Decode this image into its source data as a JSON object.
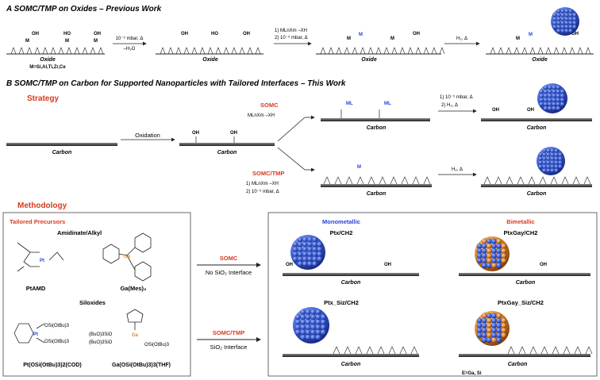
{
  "section_a": {
    "title": "A SOMC/TMP on Oxides – Previous Work",
    "oxide_label": "Oxide",
    "metal_note": "M=Si,Al,Ti,Zr,Ce",
    "step1": "10⁻⁵ mbar, Δ",
    "step1b": "–H₂O",
    "step2a": "1) MLnXm –XH",
    "step2b": "2) 10⁻⁵ mbar, Δ",
    "step3": "H₂, Δ"
  },
  "section_b": {
    "title": "B SOMC/TMP on Carbon for Supported Nanoparticles with Tailored Interfaces – This Work",
    "strategy": "Strategy",
    "methodology": "Methodology",
    "carbon_label": "Carbon",
    "oxidation": "Oxidation",
    "somc": "SOMC",
    "somc_reagent": "MLnXm –XH",
    "somc_tmp": "SOMC/TMP",
    "tmp_step1": "1) MLnXm –XH",
    "tmp_step2": "2) 10⁻⁵ mbar, Δ",
    "somc_after1": "1) 10⁻⁵ mbar, Δ",
    "somc_after2": "2) H₂, Δ",
    "tmp_after": "H₂, Δ"
  },
  "precursors": {
    "title": "Tailored Precursors",
    "amidinate": "Amidinate/Alkyl",
    "ptamd": "PtAMD",
    "games": "Ga(Mes)₃",
    "siloxides": "Siloxides",
    "pt_cod": "Pt(OSi(OtBu)3)2(COD)",
    "ga_thf": "Ga(OSi(OtBu)3)3(THF)"
  },
  "routes": {
    "somc": "SOMC",
    "somc_note": "No SiO₂ Interface",
    "tmp": "SOMC/TMP",
    "tmp_note": "SiO₂ Interface"
  },
  "results": {
    "mono": "Monometallic",
    "bi": "Bimetallic",
    "pt_c": "Ptx/CH2",
    "ptga_c": "PtxGay/CH2",
    "pt_si_c": "Ptx_Siz/CH2",
    "ptga_si_c": "PtxGay_Siz/CH2",
    "e_note": "E=Ga, Si"
  },
  "colors": {
    "red": "#d83a1e",
    "blue": "#2a43d8",
    "orange": "#e0882a"
  }
}
